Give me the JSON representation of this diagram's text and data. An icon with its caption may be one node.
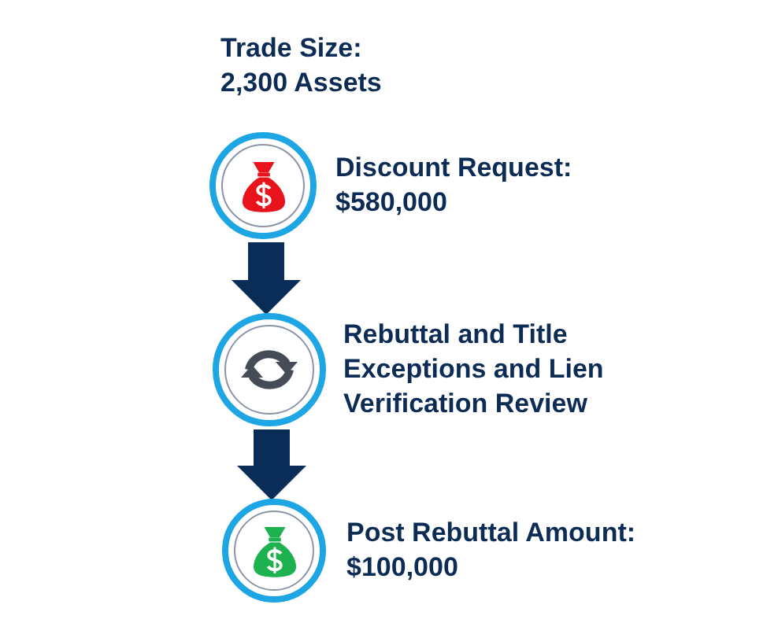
{
  "diagram": {
    "nodes": [
      {
        "text": [
          "Discount Request: $580,000"
        ]
      },
      {
        "text": [
          "Rebuttal and Title Exceptions and Lien Verification Review"
        ]
      },
      {
        "text": [
          "Post Rebuttal Amount: $100,000"
        ]
      }
    ],
    "edges": [
      {
        "from": 0,
        "to": 1,
        "arrow": "to"
      },
      {
        "from": 1,
        "to": 2,
        "arrow": "to"
      }
    ],
    "labels": [
      "Trade Size: 2,300 Assets"
    ]
  }
}
